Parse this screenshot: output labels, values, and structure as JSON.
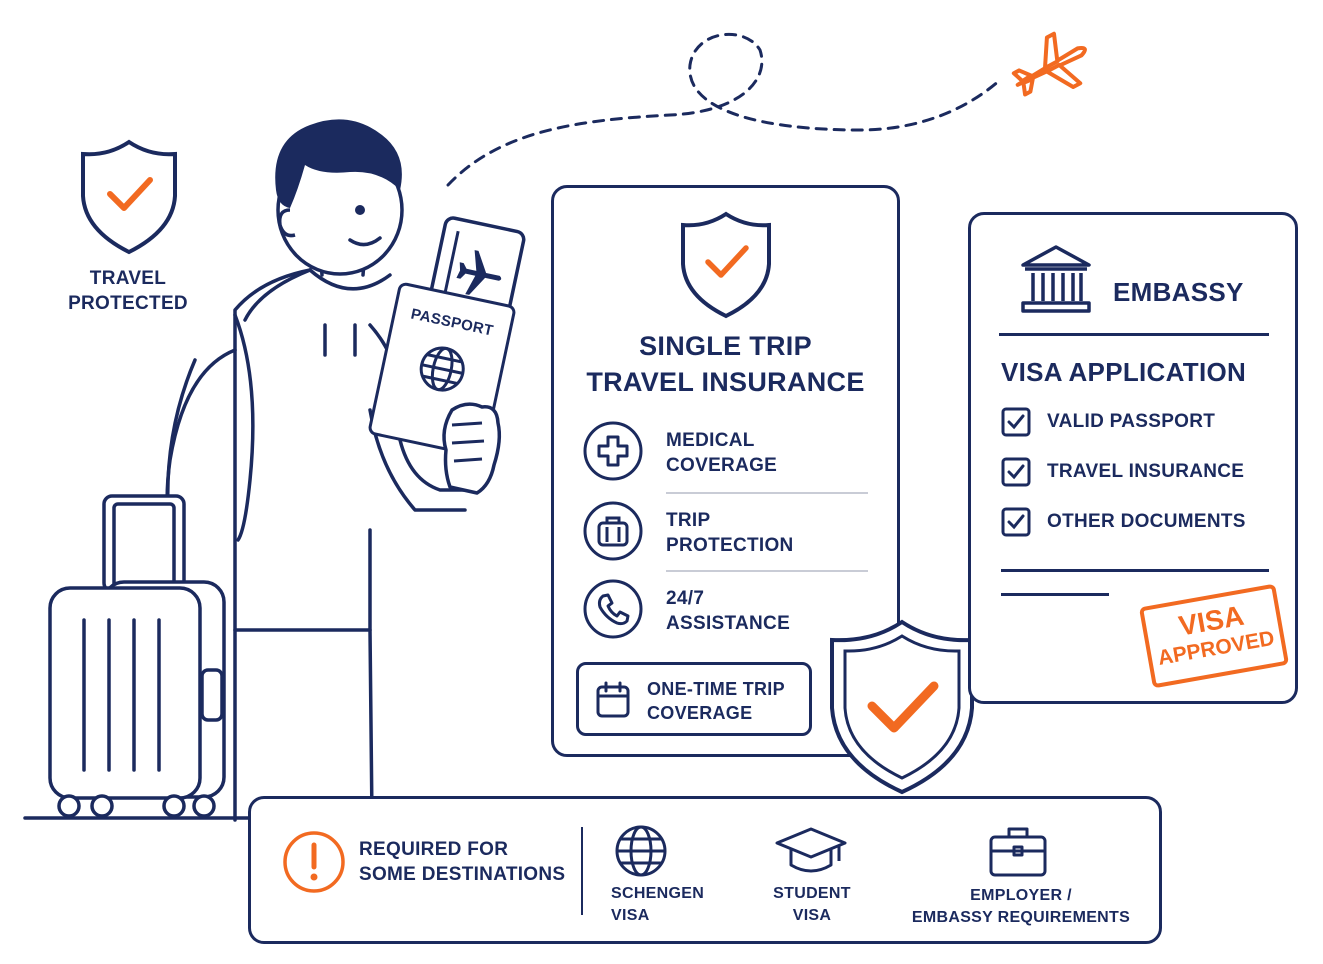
{
  "colors": {
    "navy": "#1b2a5e",
    "orange": "#f26a21"
  },
  "badge": {
    "icon": "shield-check-icon",
    "line1": "TRAVEL",
    "line2": "PROTECTED"
  },
  "passport": {
    "label": "PASSPORT",
    "icon": "globe-icon"
  },
  "insurance": {
    "title_line1": "SINGLE TRIP",
    "title_line2": "TRAVEL INSURANCE",
    "features": [
      {
        "icon": "medical-cross-icon",
        "line1": "MEDICAL",
        "line2": "COVERAGE"
      },
      {
        "icon": "luggage-icon",
        "line1": "TRIP",
        "line2": "PROTECTION"
      },
      {
        "icon": "phone-icon",
        "line1": "24/7",
        "line2": "ASSISTANCE"
      }
    ],
    "coverage": {
      "icon": "calendar-icon",
      "line1": "ONE-TIME TRIP",
      "line2": "COVERAGE"
    }
  },
  "embassy": {
    "icon": "bank-icon",
    "title": "EMBASSY",
    "subtitle": "VISA APPLICATION",
    "checklist": [
      "VALID PASSPORT",
      "TRAVEL INSURANCE",
      "OTHER DOCUMENTS"
    ],
    "stamp_line1": "VISA",
    "stamp_line2": "APPROVED"
  },
  "requirements": {
    "notice_line1": "REQUIRED FOR",
    "notice_line2": "SOME DESTINATIONS",
    "items": [
      {
        "icon": "globe-icon",
        "line1": "SCHENGEN",
        "line2": "VISA"
      },
      {
        "icon": "graduation-cap-icon",
        "line1": "STUDENT",
        "line2": "VISA"
      },
      {
        "icon": "briefcase-icon",
        "line1": "EMPLOYER /",
        "line2": "EMBASSY REQUIREMENTS"
      }
    ]
  }
}
